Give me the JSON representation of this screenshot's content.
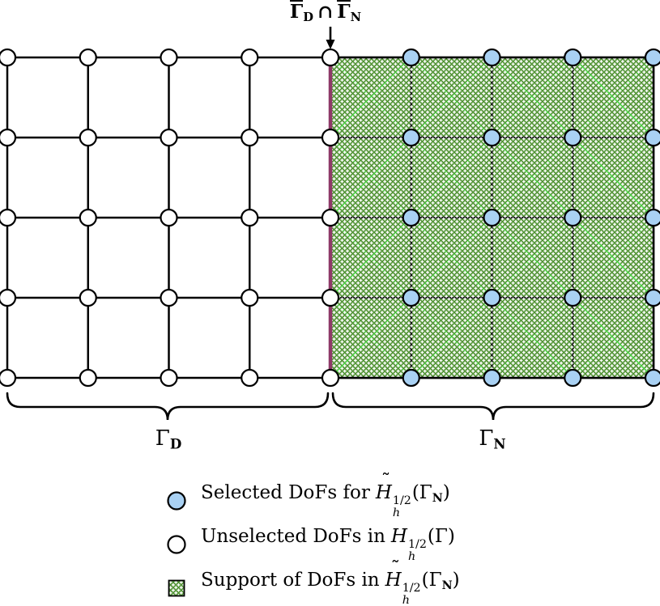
{
  "title_label": {
    "gamma_d": "Γ",
    "sub_d": "D",
    "intersect": "∩",
    "gamma_n": "Γ",
    "sub_n": "N"
  },
  "region_labels": {
    "dirichlet": {
      "gamma": "Γ",
      "sub": "D"
    },
    "neumann": {
      "gamma": "Γ",
      "sub": "N"
    }
  },
  "mesh": {
    "cols": 9,
    "rows": 5,
    "interface_col": 4,
    "cells_per_side": 4
  },
  "colors": {
    "selected_fill": "#a9d1f3",
    "unselected_fill": "#ffffff",
    "support_green": "#4a8f2c",
    "support_diag": "#40d83c",
    "interface_line": "#8e3a68",
    "grid_line": "#000000"
  },
  "legend": {
    "items": [
      {
        "marker": "selected-dof",
        "text": "Selected DoFs for",
        "tilde": "˜",
        "var": "H",
        "sub": "h",
        "sup": "1/2",
        "open": "(Γ",
        "arg_sub": "N",
        "close": ")"
      },
      {
        "marker": "unselected-dof",
        "text": "Unselected DoFs in",
        "tilde": "",
        "var": "H",
        "sub": "h",
        "sup": "1/2",
        "open": "(Γ",
        "arg_sub": "",
        "close": ")"
      },
      {
        "marker": "support",
        "text": "Support of DoFs in",
        "tilde": "˜",
        "var": "H",
        "sub": "h",
        "sup": "1/2",
        "open": "(Γ",
        "arg_sub": "N",
        "close": ")"
      }
    ]
  }
}
